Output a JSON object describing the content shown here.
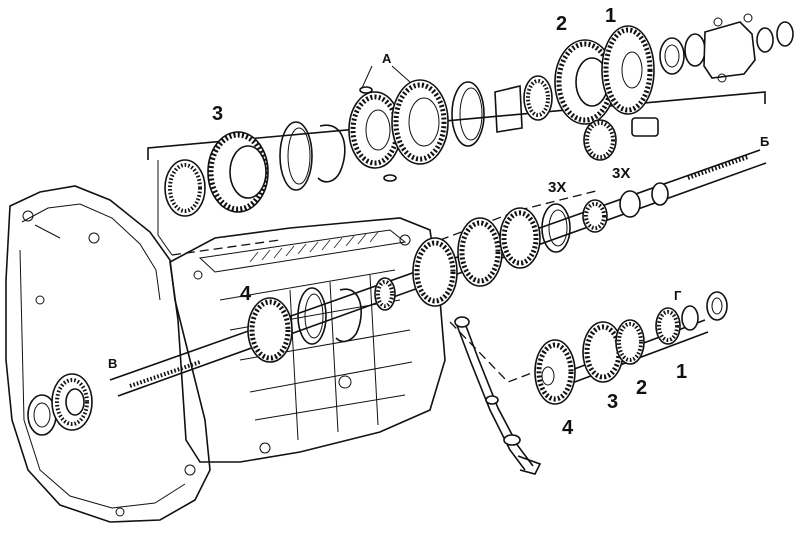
{
  "labels": {
    "A": "А",
    "B": "Б",
    "V": "В",
    "G": "Г",
    "n1_top": "1",
    "n2_top": "2",
    "n3_top": "3",
    "zx_top": "3Х",
    "zx_mid": "3Х",
    "n4_mid": "4",
    "n1_bottom": "1",
    "n2_bottom": "2",
    "n3_bottom": "3",
    "n4_bottom": "4"
  },
  "colors": {
    "ink": "#111111",
    "paper": "#ffffff"
  }
}
